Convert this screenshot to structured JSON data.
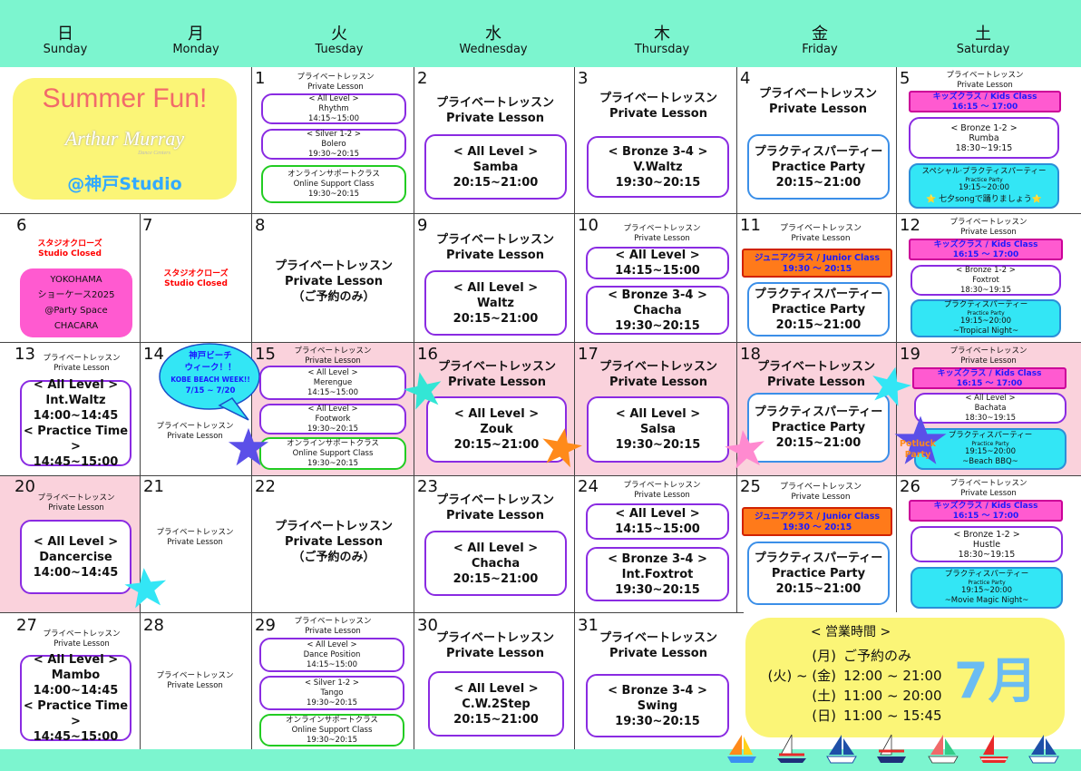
{
  "header": {
    "days": [
      {
        "kanji": "日",
        "en": "Sunday"
      },
      {
        "kanji": "月",
        "en": "Monday"
      },
      {
        "kanji": "火",
        "en": "Tuesday"
      },
      {
        "kanji": "水",
        "en": "Wednesday"
      },
      {
        "kanji": "木",
        "en": "Thursday"
      },
      {
        "kanji": "金",
        "en": "Friday"
      },
      {
        "kanji": "土",
        "en": "Saturday"
      }
    ]
  },
  "promo": {
    "title": "Summer Fun!",
    "logo_main": "Arthur Murray",
    "logo_sub": "Dance Centers",
    "studio": "@神戸Studio"
  },
  "common": {
    "pl_jp": "プライベートレッスン",
    "pl_en": "Private Lesson",
    "pp_jp": "プラクティスパーティー",
    "pp_en": "Practice Party",
    "closed_jp": "スタジオクローズ",
    "closed_en": "Studio Closed",
    "reserve": "（ご予約のみ）",
    "all_level": "< All Level >",
    "silver12": "< Silver 1-2 >",
    "bronze12": "< Bronze 1-2 >",
    "bronze34": "< Bronze 3-4 >",
    "practice_time": "< Practice Time >",
    "online_jp": "オンラインサポートクラス",
    "online_en": "Online Support Class",
    "kids": "キッズクラス / Kids Class",
    "kids_time": "16:15 ～ 17:00",
    "junior": "ジュニアクラス / Junior Class",
    "junior_time": "19:30 ～ 20:15",
    "pp_small_en": "Practice Party"
  },
  "days": {
    "d1": {
      "num": "1",
      "b1": [
        "Rhythm",
        "14:15~15:00"
      ],
      "b2": [
        "Bolero",
        "19:30~20:15"
      ],
      "b3": [
        "19:30~20:15"
      ]
    },
    "d2": {
      "num": "2",
      "dance": "Samba",
      "time": "20:15~21:00"
    },
    "d3": {
      "num": "3",
      "dance": "V.Waltz",
      "time": "19:30~20:15"
    },
    "d4": {
      "num": "4",
      "time": "20:15~21:00"
    },
    "d5": {
      "num": "5",
      "b1": [
        "Rumba",
        "18:30~19:15"
      ],
      "special_jp": "スペシャル·プラクティスパーティー",
      "special_time": "19:15~20:00",
      "special_note": "⭐ 七夕songで踊りましょう⭐"
    },
    "d6": {
      "num": "6",
      "event": [
        "YOKOHAMA",
        "ショーケース2025",
        "@Party Space",
        "CHACARA"
      ]
    },
    "d7": {
      "num": "7"
    },
    "d8": {
      "num": "8"
    },
    "d9": {
      "num": "9",
      "dance": "Waltz",
      "time": "20:15~21:00"
    },
    "d10": {
      "num": "10",
      "b1": [
        "14:15~15:00"
      ],
      "b2": [
        "Chacha",
        "19:30~20:15"
      ]
    },
    "d11": {
      "num": "11",
      "time": "20:15~21:00"
    },
    "d12": {
      "num": "12",
      "b1": [
        "Foxtrot",
        "18:30~19:15"
      ],
      "pp_time": "19:15~20:00",
      "pp_note": "~Tropical Night~"
    },
    "d13": {
      "num": "13",
      "dance": "Int.Waltz",
      "time": "14:00~14:45",
      "ptime": "14:45~15:00"
    },
    "d14": {
      "num": "14",
      "bubble": [
        "神戸ビーチ",
        "ウィーク！！",
        "KOBE BEACH WEEK!!",
        "7/15 ~ 7/20"
      ]
    },
    "d15": {
      "num": "15",
      "b1": [
        "Merengue",
        "14:15~15:00"
      ],
      "b2": [
        "Footwork",
        "19:30~20:15"
      ],
      "b3": [
        "19:30~20:15"
      ]
    },
    "d16": {
      "num": "16",
      "dance": "Zouk",
      "time": "20:15~21:00"
    },
    "d17": {
      "num": "17",
      "dance": "Salsa",
      "time": "19:30~20:15"
    },
    "d18": {
      "num": "18",
      "time": "20:15~21:00"
    },
    "d19": {
      "num": "19",
      "b1": [
        "Bachata",
        "18:30~19:15"
      ],
      "pp_time": "19:15~20:00",
      "pp_note": "~Beach BBQ~",
      "potluck": [
        "Potluck",
        "Party"
      ]
    },
    "d20": {
      "num": "20",
      "dance": "Dancercise",
      "time": "14:00~14:45"
    },
    "d21": {
      "num": "21"
    },
    "d22": {
      "num": "22"
    },
    "d23": {
      "num": "23",
      "dance": "Chacha",
      "time": "20:15~21:00"
    },
    "d24": {
      "num": "24",
      "b1": [
        "14:15~15:00"
      ],
      "b2": [
        "Int.Foxtrot",
        "19:30~20:15"
      ]
    },
    "d25": {
      "num": "25",
      "time": "20:15~21:00"
    },
    "d26": {
      "num": "26",
      "b1": [
        "Hustle",
        "18:30~19:15"
      ],
      "pp_time": "19:15~20:00",
      "pp_note": "~Movie Magic Night~"
    },
    "d27": {
      "num": "27",
      "dance": "Mambo",
      "time": "14:00~14:45",
      "ptime": "14:45~15:00"
    },
    "d28": {
      "num": "28"
    },
    "d29": {
      "num": "29",
      "b1": [
        "Dance Position",
        "14:15~15:00"
      ],
      "b2": [
        "Tango",
        "19:30~20:15"
      ],
      "b3": [
        "19:30~20:15"
      ]
    },
    "d30": {
      "num": "30",
      "dance": "C.W.2Step",
      "time": "20:15~21:00"
    },
    "d31": {
      "num": "31",
      "dance": "Swing",
      "time": "19:30~20:15"
    }
  },
  "hours": {
    "title": "< 営業時間 >",
    "rows": [
      {
        "day": "(月)",
        "time": "ご予約のみ"
      },
      {
        "day": "(火) ~ (金)",
        "time": "12:00 ~ 21:00"
      },
      {
        "day": "(土)",
        "time": "11:00 ~ 20:00"
      },
      {
        "day": "(日)",
        "time": "11:00 ~ 15:45"
      }
    ],
    "month": "7月"
  },
  "colors": {
    "header": "#7cf5cf",
    "pink": "#fad2dc",
    "purple": "#8a2be2",
    "yellow": "#fbf577"
  }
}
